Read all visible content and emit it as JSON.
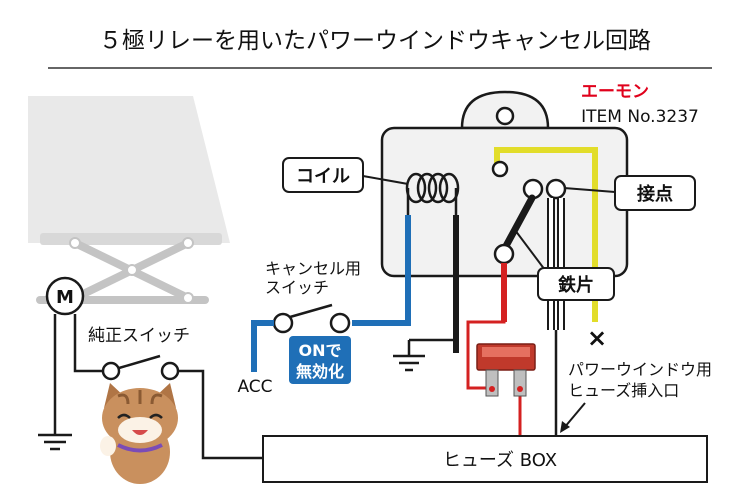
{
  "title": "５極リレーを用いたパワーウインドウキャンセル回路",
  "brand": {
    "name": "エーモン",
    "item": "ITEM No.3237"
  },
  "labels": {
    "coil": "コイル",
    "contact": "接点",
    "iron_piece": "鉄片",
    "cancel_switch": [
      "キャンセル用",
      "スイッチ"
    ],
    "on_enable": [
      "ONで",
      "無効化"
    ],
    "acc": "ACC",
    "stock_switch": "純正スイッチ",
    "motor": "M",
    "fuse_box": "ヒューズ BOX",
    "fuse_insert": [
      "パワーウインドウ用",
      "ヒューズ挿入口"
    ],
    "cross_mark": "×"
  },
  "colors": {
    "red": "#d42121",
    "blue": "#1f6fb7",
    "yellow": "#e2dd2a",
    "black": "#1a1a1a",
    "relay_fill": "#f2f2f2",
    "brand_red": "#e0001b",
    "on_box": "#1f6fb7"
  },
  "icons": {
    "ground": "ground-symbol-icon",
    "fuse": "blade-fuse-icon",
    "cat": "cat-mascot-icon",
    "window": "window-regulator-icon"
  }
}
